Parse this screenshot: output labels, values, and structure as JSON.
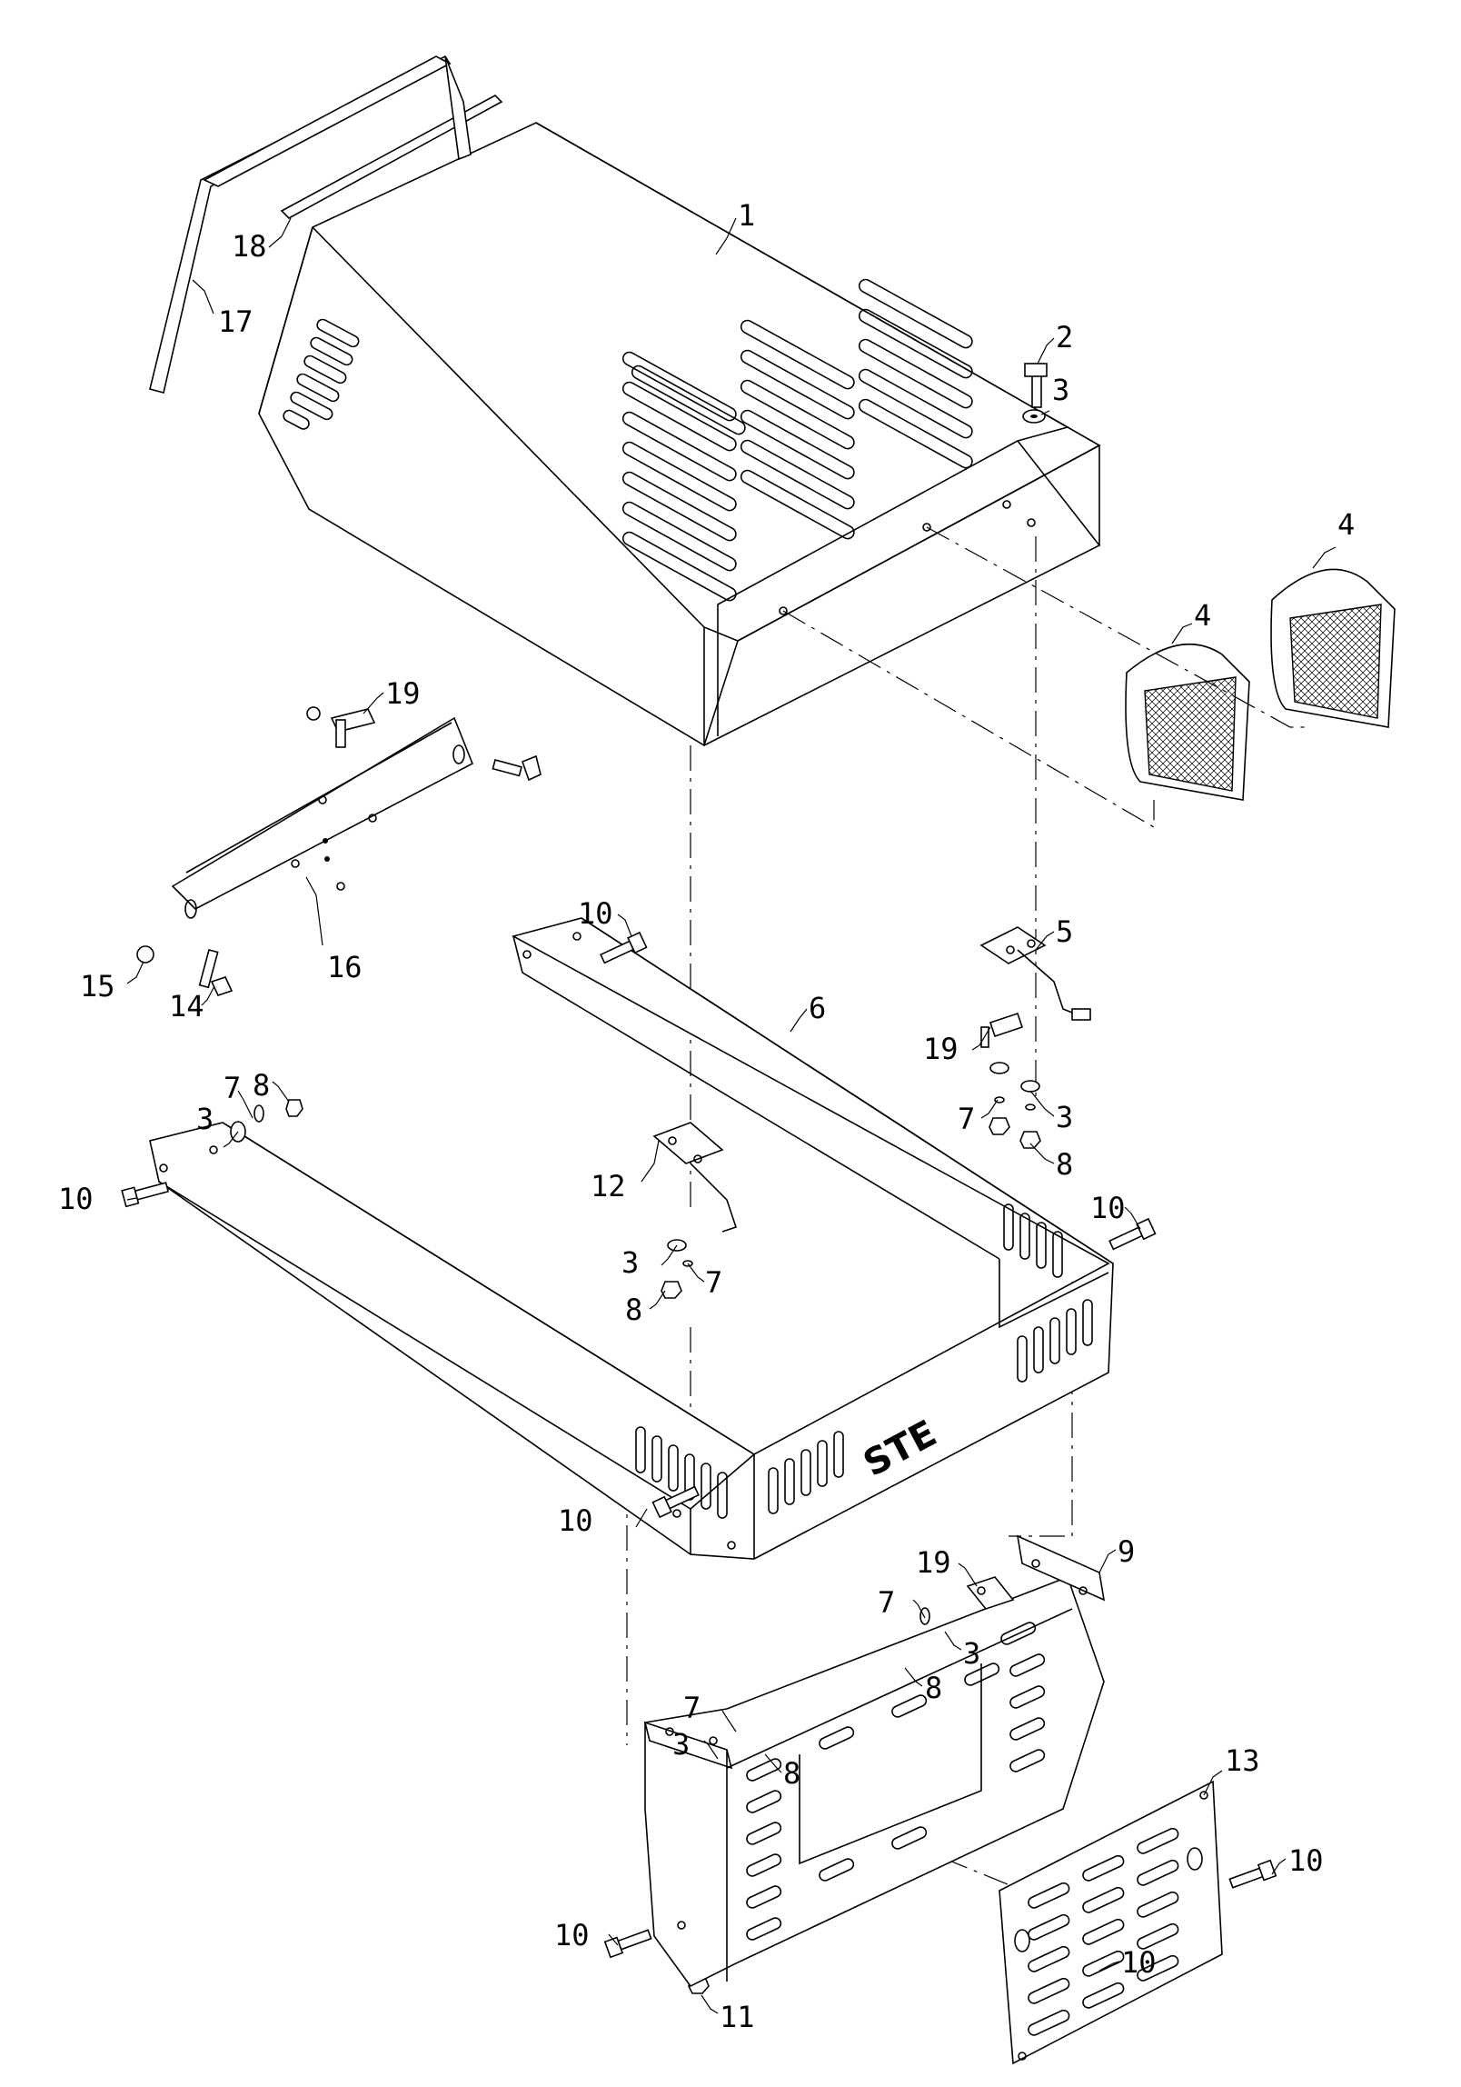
{
  "diagram": {
    "brand_label": "STE",
    "callouts": {
      "c1": "1",
      "c2": "2",
      "c3a": "3",
      "c4a": "4",
      "c4b": "4",
      "c17": "17",
      "c18": "18",
      "c19a": "19",
      "c16": "16",
      "c15": "15",
      "c14": "14",
      "c10a": "10",
      "c6": "6",
      "c5": "5",
      "c19b": "19",
      "c7a": "7",
      "c3b": "3",
      "c8a": "8",
      "c7b": "7",
      "c8b": "8",
      "c3c": "3",
      "c10b": "10",
      "c12": "12",
      "c3d": "3",
      "c7c": "7",
      "c8c": "8",
      "c10c": "10",
      "c10d": "10",
      "c9": "9",
      "c19c": "19",
      "c7d": "7",
      "c3e": "3",
      "c8d": "8",
      "c7e": "7",
      "c3f": "3",
      "c8e": "8",
      "c13": "13",
      "c10e": "10",
      "c10f": "10",
      "c10g": "10",
      "c11": "11"
    }
  }
}
